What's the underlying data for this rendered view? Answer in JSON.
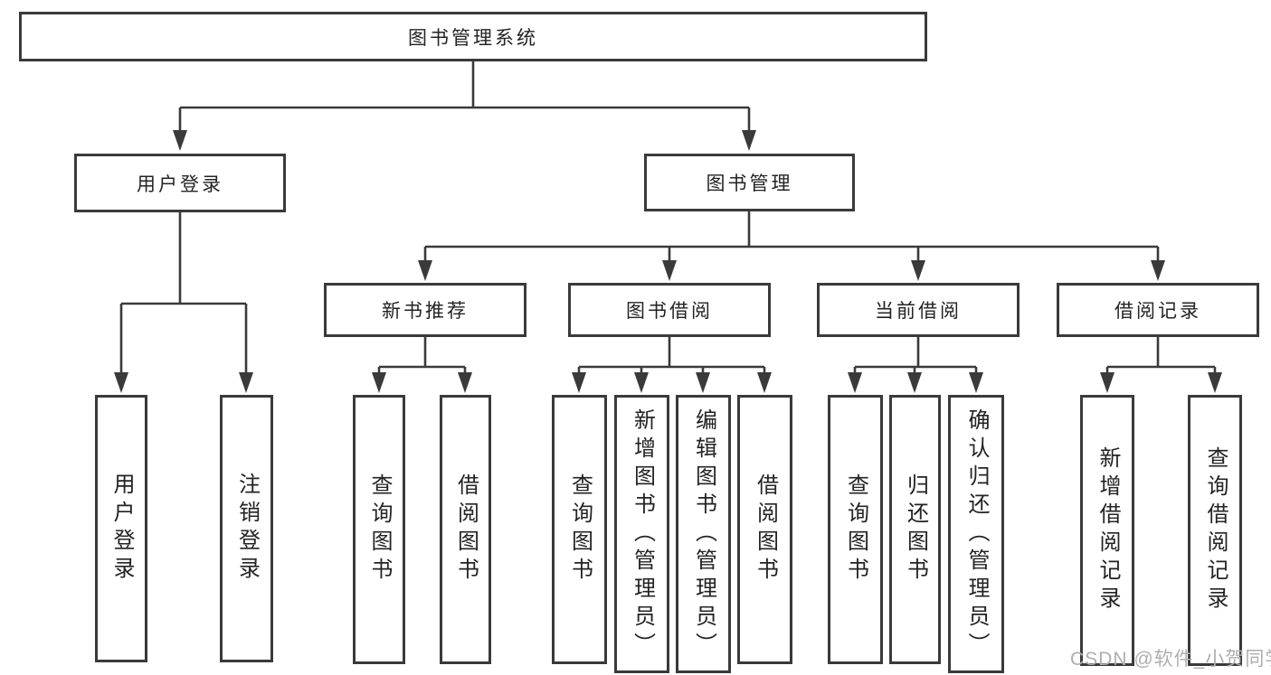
{
  "colors": {
    "line": "#3a3a3a",
    "box_border": "#3a3a3a",
    "box_fill": "#ffffff",
    "text": "#232323",
    "watermark": "#aeaeae",
    "background": "#ffffff"
  },
  "tree": {
    "root": "图书管理系统",
    "level2": [
      "用户登录",
      "图书管理"
    ],
    "level3": [
      "新书推荐",
      "图书借阅",
      "当前借阅",
      "借阅记录"
    ],
    "leaves": {
      "user": [
        "用户登录",
        "注销登录"
      ],
      "newbook": [
        "查询图书",
        "借阅图书"
      ],
      "borrow": [
        "查询图书",
        "新增图书（管理员）",
        "编辑图书（管理员）",
        "借阅图书"
      ],
      "current": [
        "查询图书",
        "归还图书",
        "确认归还（管理员）"
      ],
      "record": [
        "新增借阅记录",
        "查询借阅记录"
      ]
    }
  },
  "watermark": "CSDN @软件_小贺同学"
}
